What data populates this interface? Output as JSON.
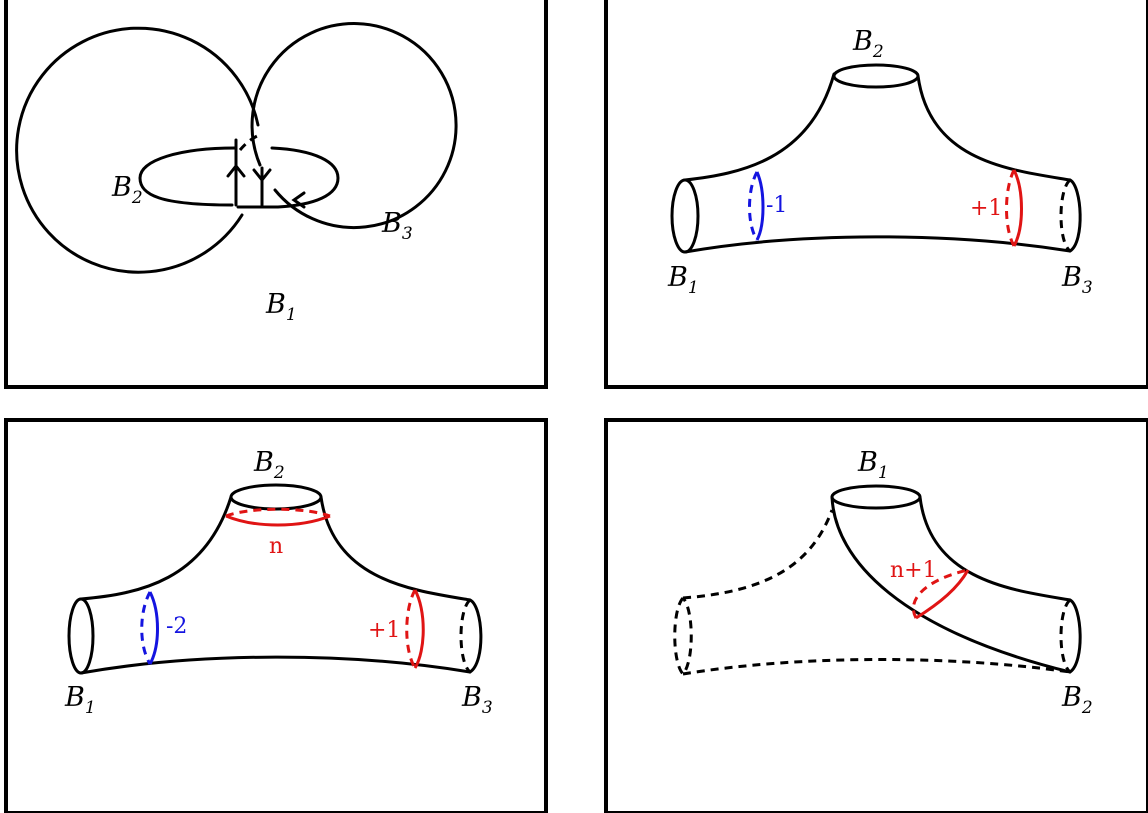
{
  "colors": {
    "negative": "#1414e0",
    "positive": "#e01414",
    "line": "#000000"
  },
  "panels": {
    "link": {
      "b2": "B",
      "b2_sub": "2",
      "b3": "B",
      "b3_sub": "3",
      "b1": "B",
      "b1_sub": "1"
    },
    "pants_a": {
      "top": "B",
      "top_sub": "2",
      "left": "B",
      "left_sub": "1",
      "right": "B",
      "right_sub": "3",
      "left_coef": "-1",
      "right_coef": "+1"
    },
    "pants_b": {
      "top": "B",
      "top_sub": "2",
      "left": "B",
      "left_sub": "1",
      "right": "B",
      "right_sub": "3",
      "left_coef": "-2",
      "right_coef": "+1",
      "top_coef": "n"
    },
    "pants_c": {
      "top": "B",
      "top_sub": "1",
      "right": "B",
      "right_sub": "2",
      "mid_coef": "n+1"
    }
  }
}
